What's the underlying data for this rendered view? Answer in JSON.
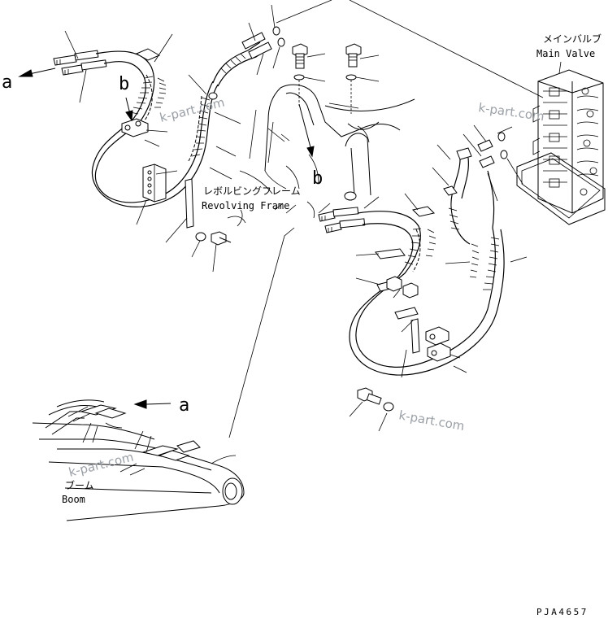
{
  "labels": {
    "main_valve_jp": "メインバルブ",
    "main_valve_en": "Main Valve",
    "revolving_frame_jp": "レボルビングフレーム",
    "revolving_frame_en": "Revolving Frame",
    "boom_jp": "ブーム",
    "boom_en": "Boom",
    "ref_a": "a",
    "ref_b": "b",
    "watermark": "k-part.com",
    "figure_code": "PJA4657"
  },
  "colors": {
    "ink": "#000000",
    "watermark": "#9aa0a6",
    "paper": "#ffffff"
  }
}
